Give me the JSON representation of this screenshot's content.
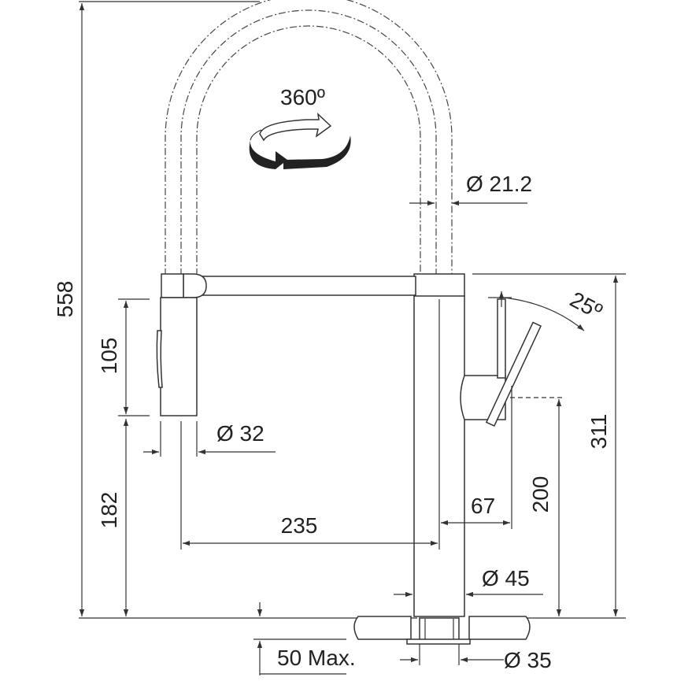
{
  "diagram": {
    "rotation_label": "360º",
    "angle_label": "25º",
    "dimensions": {
      "total_height": "558",
      "spray_height": "105",
      "spout_clearance": "182",
      "hose_diameter": "Ø 21.2",
      "spray_diameter": "Ø 32",
      "spout_reach": "235",
      "lever_offset": "67",
      "lever_height": "200",
      "body_height": "311",
      "body_diameter": "Ø 45",
      "max_counter_thickness": "50 Max.",
      "hole_diameter": "Ø 35"
    }
  }
}
